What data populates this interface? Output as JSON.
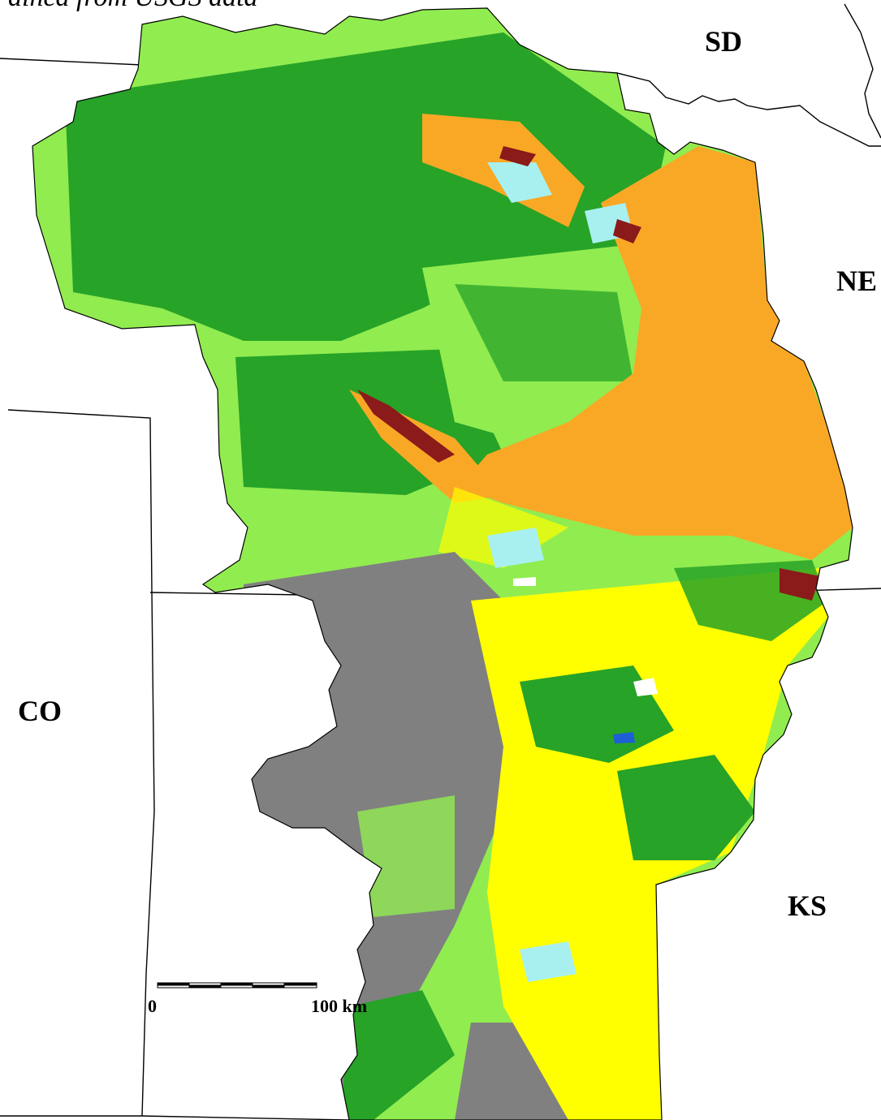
{
  "caption": "ained from USGS data",
  "states": {
    "sd": "SD",
    "ne": "NE",
    "co": "CO",
    "ks": "KS"
  },
  "scale_bar": {
    "start_label": "0",
    "end_label": "100 km"
  },
  "colors": {
    "dark_green": "#27a327",
    "light_green": "#91ec50",
    "yellow": "#ffff00",
    "orange": "#f9a825",
    "gray": "#808080",
    "cyan": "#a8f0f0",
    "dark_red": "#8b1a1a",
    "blue": "#1e5fd6"
  }
}
